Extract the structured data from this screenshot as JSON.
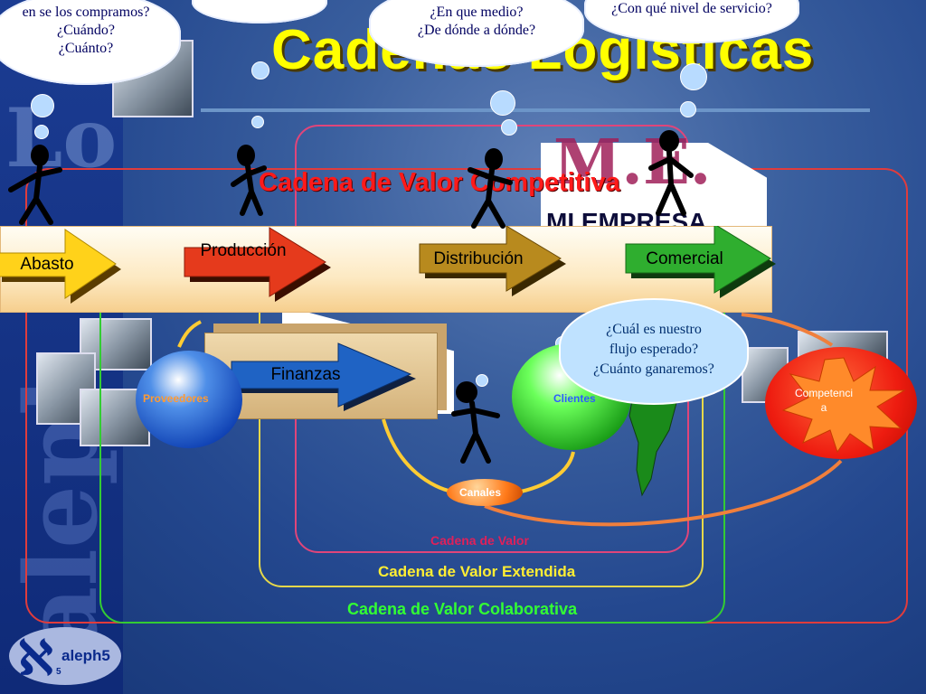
{
  "slide": {
    "title": "Cadenas Logísticas",
    "page_number": "5",
    "logo_text": "aleph5",
    "logo_symbol": "ℵ"
  },
  "clouds": {
    "left_cloud": [
      "en se los compramos?",
      "¿Cuándo?",
      "¿Cuánto?"
    ],
    "center_cloud": [
      "¿En que medio?",
      "¿De dónde a dónde?"
    ],
    "right_cloud": [
      "¿Con qué nivel de servicio?"
    ],
    "flow_cloud": [
      "¿Cuál es nuestro",
      "flujo esperado?",
      "¿Cuánto ganaremos?"
    ]
  },
  "labels": {
    "competitive_chain": "Cadena de Valor Competitiva",
    "mi_empresa": "MI EMPRESA",
    "value_chain": "Cadena de Valor",
    "extended_chain": "Cadena de Valor Extendida",
    "collaborative_chain": "Cadena de Valor Colaborativa"
  },
  "process_arrows": [
    {
      "label": "Abasto",
      "color": "#ffd21a"
    },
    {
      "label": "Producción",
      "color": "#e53a1c"
    },
    {
      "label": "Distribución",
      "color": "#b88a1e"
    },
    {
      "label": "Comercial",
      "color": "#2fae2f"
    }
  ],
  "finance_arrow": {
    "label": "Finanzas",
    "color": "#1f63c4"
  },
  "nodes": {
    "proveedores": "Proveedores",
    "clientes": "Clientes",
    "canales": "Canales",
    "competencia": "Competenci a"
  },
  "colors": {
    "title": "#ffff00",
    "background": "#24488f",
    "frame_red": "#e03c3c",
    "frame_green": "#33cc33",
    "frame_yellow": "#e6d84a",
    "frame_pink": "#e0457a"
  }
}
